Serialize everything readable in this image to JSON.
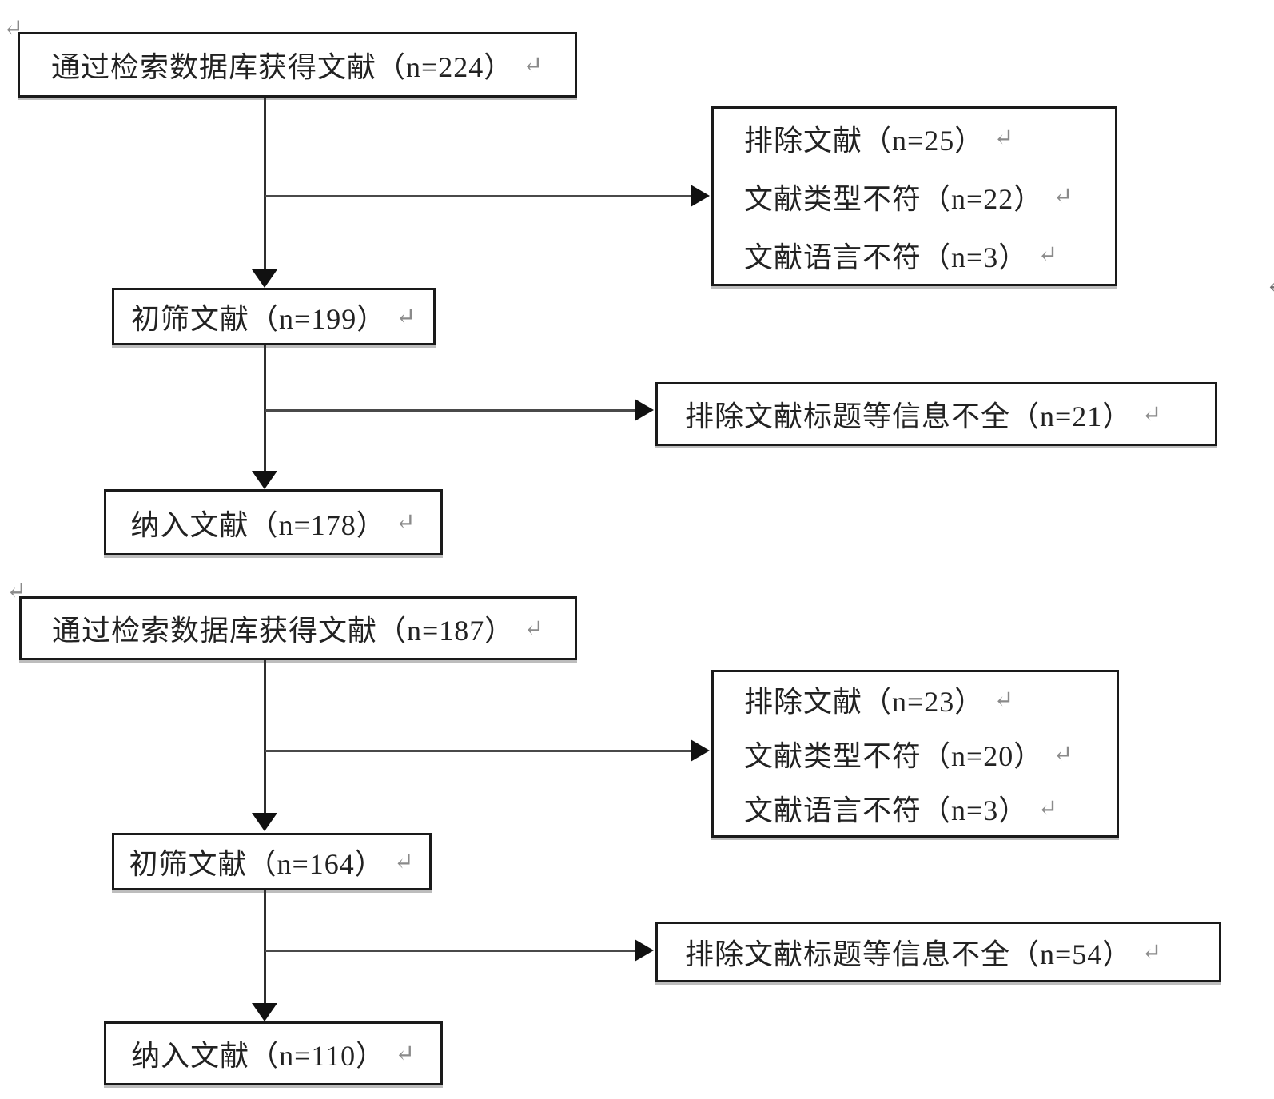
{
  "marks": {
    "return": "↵"
  },
  "colors": {
    "background": "#ffffff",
    "box_border": "#1a1a1a",
    "text": "#222222",
    "return_mark": "#8a8a8a",
    "connector_line": "#3d3d3d",
    "arrowhead": "#111111"
  },
  "flows": [
    {
      "source": "通过检索数据库获得文献（n=224）",
      "exclusion_group": [
        "排除文献（n=25）",
        "文献类型不符（n=22）",
        "文献语言不符（n=3）"
      ],
      "screened": "初筛文献（n=199）",
      "exclusion_single": "排除文献标题等信息不全（n=21）",
      "included": "纳入文献（n=178）"
    },
    {
      "source": "通过检索数据库获得文献（n=187）",
      "exclusion_group": [
        "排除文献（n=23）",
        "文献类型不符（n=20）",
        "文献语言不符（n=3）"
      ],
      "screened": "初筛文献（n=164）",
      "exclusion_single": "排除文献标题等信息不全（n=54）",
      "included": "纳入文献（n=110）"
    }
  ]
}
